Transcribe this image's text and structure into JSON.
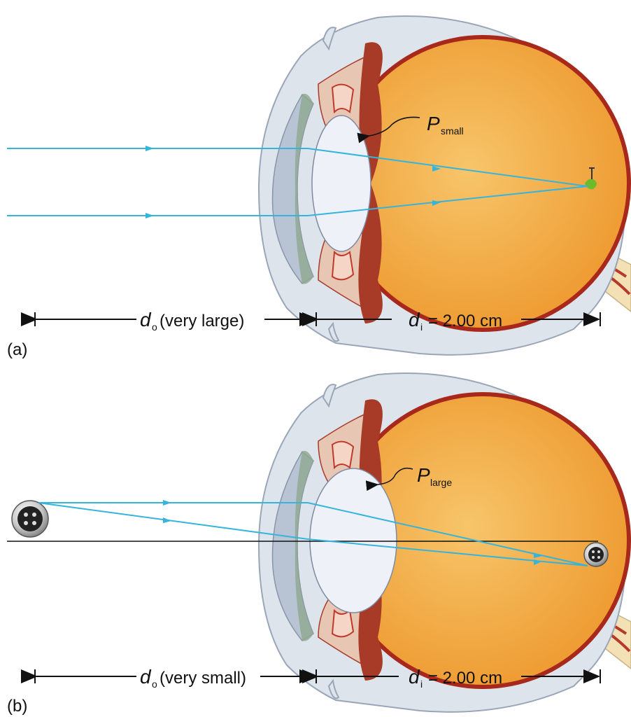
{
  "panel_a": {
    "label": "(a)",
    "power_symbol": "P",
    "power_subscript": "small",
    "do_symbol": "d",
    "do_subscript": "o",
    "do_text": "(very large)",
    "di_symbol": "d",
    "di_subscript": "i",
    "di_text": "= 2.00 cm"
  },
  "panel_b": {
    "label": "(b)",
    "power_symbol": "P",
    "power_subscript": "large",
    "do_symbol": "d",
    "do_subscript": "o",
    "do_text": "(very small)",
    "di_symbol": "d",
    "di_subscript": "i",
    "di_text": "= 2.00 cm"
  },
  "colors": {
    "ray": "#35b4dc",
    "vitreous": "#f2a640",
    "sclera": "#dde4ec",
    "choroid": "#a8281c",
    "iris": "#a83a28",
    "cornea": "#b8c4d4",
    "lens": "#eef2f8"
  }
}
